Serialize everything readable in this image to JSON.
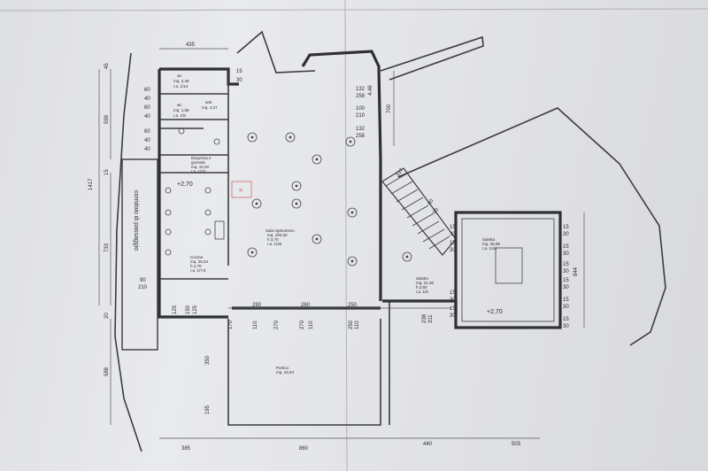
{
  "dimensions": {
    "top_435": "435",
    "left_1417": "1417",
    "left_599": "599",
    "left_733": "733",
    "left_588": "588",
    "left_45": "45",
    "left_15": "15",
    "left_20": "20",
    "wc_60a": "60",
    "wc_40a": "40",
    "wc_60b": "60",
    "wc_40b": "40",
    "wc_60c": "60",
    "wc_40c": "40",
    "wc_40d": "40",
    "d_15_30_a": "15",
    "d_15_30_b": "30",
    "r_132": "132",
    "r_258": "258",
    "r_100": "100",
    "r_210": "210",
    "r_132b": "132",
    "r_258b": "258",
    "r_700": "700",
    "r_446": "4.46",
    "stair_337": "337",
    "stair_60": "60",
    "stair_90": "90",
    "v_90": "90",
    "v_210": "210",
    "bot_385": "385",
    "bot_860": "860",
    "bot_440": "440",
    "bot_503": "503",
    "mid_290": "290",
    "mid_260": "260",
    "mid_250": "250",
    "mid_110a": "110",
    "mid_270a": "270",
    "mid_270b": "270",
    "mid_110b": "110",
    "mid_250b": "250",
    "mid_110c": "110",
    "mid_311": "311",
    "mid_238": "238",
    "p_350": "350",
    "p_195": "195",
    "p_125": "125",
    "p_150": "150",
    "p_125b": "125",
    "p_170": "170",
    "s_844": "844",
    "s_15_a": "15",
    "s_30_a": "30",
    "s_15_b": "15",
    "s_30_b": "30",
    "s_15_c": "15",
    "s_30_c": "30",
    "s_15_d": "15",
    "s_30_d": "30",
    "s_15_e": "15",
    "s_30_e": "30",
    "s_15_f": "15",
    "s_30_f": "30",
    "s_15_g": "15",
    "s_30_g": "30",
    "s_15_h": "15",
    "s_30_h": "30",
    "s_15_i": "15",
    "s_30_i": "30",
    "s_15_j": "15",
    "s_30_j": "30"
  },
  "rooms": {
    "wc1_name": "wc",
    "wc1_area": "mq. 2,45",
    "wc1_ra": "r.a. 1/14",
    "anti_name": "anti",
    "anti_area": "mq. 4,27",
    "wc2_name": "wc",
    "wc2_area": "mq. 1,58",
    "wc2_ra": "r.a. 1/9",
    "disp_name": "Dispensa e",
    "disp_name2": "giornale",
    "disp_area": "mq. 10,30",
    "disp_ra": "r.a. 1/22",
    "cucina_name": "Cucina",
    "cucina_area": "mq. 25,04",
    "cucina_h": "h 2,70",
    "cucina_ra": "r.a. 1/7,5",
    "sala_name": "Sala Agriturismo",
    "sala_area": "mq. 100,50",
    "sala_h": "h 3,70",
    "sala_ra": "r.a. 1/20",
    "salotto_name": "Salotto",
    "salotto_area": "mq. 21,36",
    "salotto_h": "h 2,60",
    "salotto_ra": "r.a. 1/6",
    "saletta_name": "Saletta",
    "saletta_area": "mq. 25,96",
    "saletta_ra": "r.a. 1/44",
    "portico_name": "Portico",
    "portico_area": "mq. 44,94",
    "level_1": "+2,70",
    "level_2": "+2,70",
    "corridor": "corridoio di passaggio",
    "mark_3": "3)"
  },
  "colors": {
    "wall": "#2f3035",
    "paper": "#e4e5e8",
    "annotation_red": "#c0443a"
  }
}
